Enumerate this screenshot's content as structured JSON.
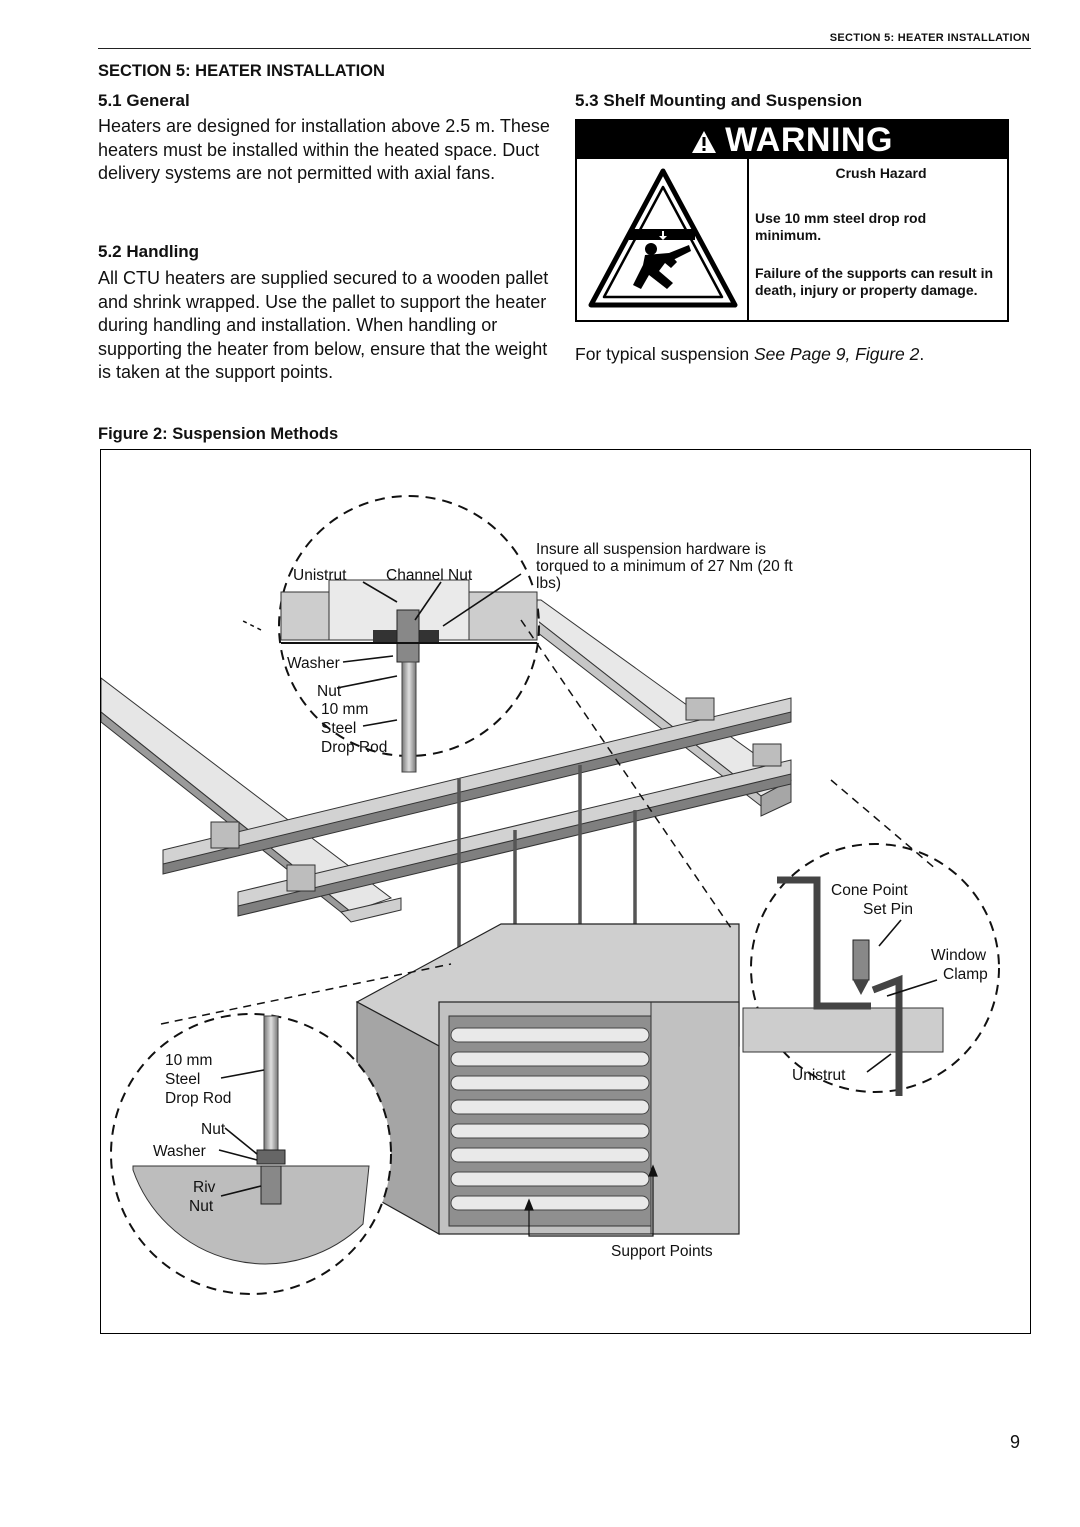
{
  "running_header": "SECTION 5: HEATER INSTALLATION",
  "section_title": "SECTION 5: HEATER INSTALLATION",
  "general": {
    "heading": "5.1 General",
    "body": "Heaters are designed for installation above 2.5 m. These heaters must be installed within the heated space. Duct delivery systems are not permitted with axial fans."
  },
  "handling": {
    "heading": "5.2 Handling",
    "body": "All CTU heaters are supplied secured to a wooden pallet and shrink wrapped. Use the pallet to support the heater during handling and installation. When handling or supporting the heater from below, ensure that the weight is taken at the support points."
  },
  "shelf": {
    "heading": "5.3 Shelf Mounting and Suspension",
    "warning": {
      "title": "WARNING",
      "hazard": "Crush Hazard",
      "line1": "Use 10 mm steel drop rod minimum.",
      "line2": "Failure of the supports can result in death, injury or property damage."
    },
    "reference_prefix": "For typical suspension ",
    "reference_italic": "See Page 9, Figure 2",
    "reference_suffix": "."
  },
  "figure": {
    "caption": "Figure 2: Suspension Methods",
    "labels": {
      "unistrut_top": "Unistrut",
      "channel_nut": "Channel Nut",
      "torque_note": "Insure all suspension hardware is torqued to a minimum of 27 Nm (20 ft lbs)",
      "washer_top": "Washer",
      "nut_top": "Nut",
      "rod_top_1": "10 mm",
      "rod_top_2": "Steel",
      "rod_top_3": "Drop Rod",
      "rod_bot_1": "10 mm",
      "rod_bot_2": "Steel",
      "rod_bot_3": "Drop Rod",
      "nut_bot": "Nut",
      "washer_bot": "Washer",
      "riv_nut_1": "Riv",
      "riv_nut_2": "Nut",
      "cone_point_1": "Cone Point",
      "cone_point_2": "Set Pin",
      "window_clamp_1": "Window",
      "window_clamp_2": "Clamp",
      "unistrut_right": "Unistrut",
      "support_points": "Support Points"
    }
  },
  "page_number": "9"
}
